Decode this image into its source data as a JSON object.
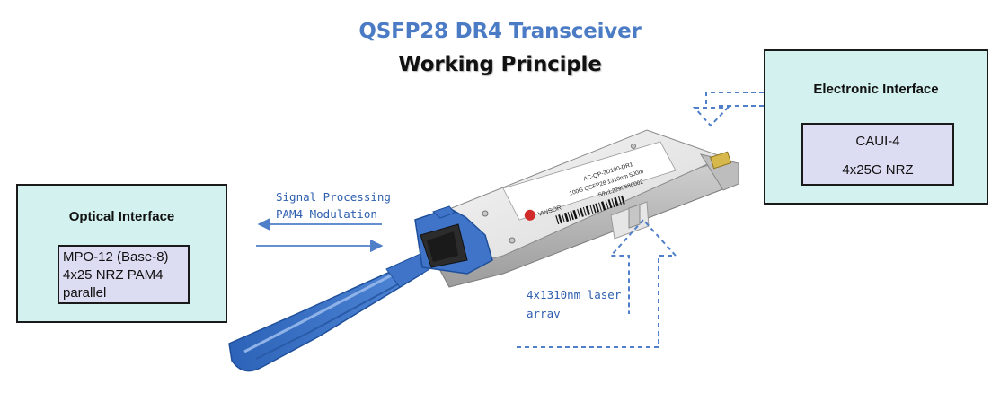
{
  "title": "QSFP28 DR4 Transceiver",
  "subtitle": "Working Principle",
  "optical_interface": {
    "title": "Optical Interface",
    "lines": [
      "MPO-12 (Base-8)",
      "4x25 NRZ PAM4",
      "parallel"
    ]
  },
  "electronic_interface": {
    "title": "Electronic Interface",
    "lines": [
      "CAUI-4",
      "4x25G NRZ"
    ]
  },
  "signal_note": [
    "Signal Processing",
    "PAM4 Modulation"
  ],
  "laser_note": [
    "4x1310nm laser",
    "arrav"
  ],
  "module_label": {
    "brand": "VINSOR",
    "part": "AC-QP-3D100-DR1",
    "desc": "100G QSFP28 1310nm 500m",
    "serial": "S/N:L2295680002"
  },
  "colors": {
    "title_blue": "#4a7bc4",
    "panel_fill": "#d3f2ef",
    "inner_fill": "#dcdcf3",
    "arrow_blue": "#4f7fc9",
    "pull_tab": "#3f74c9"
  }
}
